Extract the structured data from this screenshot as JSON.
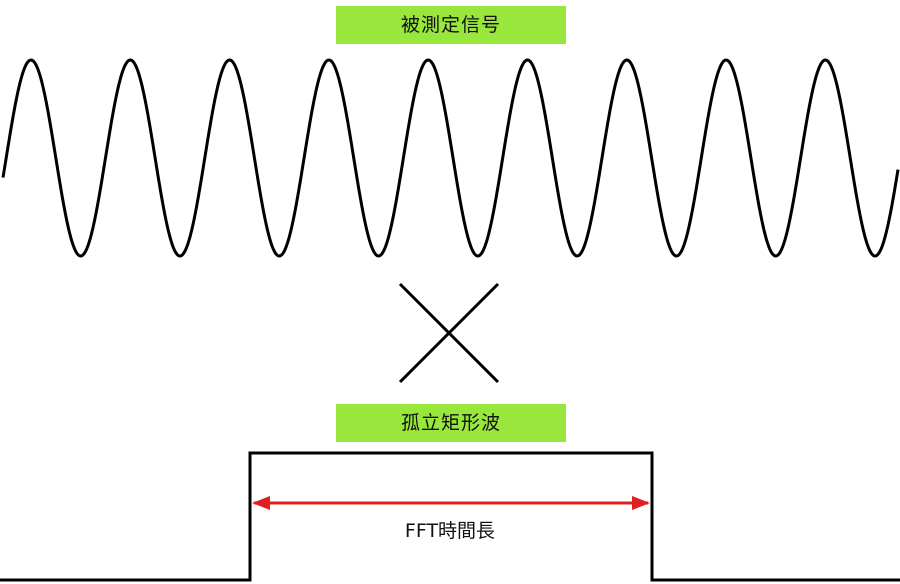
{
  "signal_label": "被測定信号",
  "window_label": "孤立矩形波",
  "duration_label": "FFT時間長",
  "multiply_symbol": "multiply-cross",
  "colors": {
    "label_bg": "#99e63d",
    "line": "#000000",
    "arrow": "#e02020"
  }
}
